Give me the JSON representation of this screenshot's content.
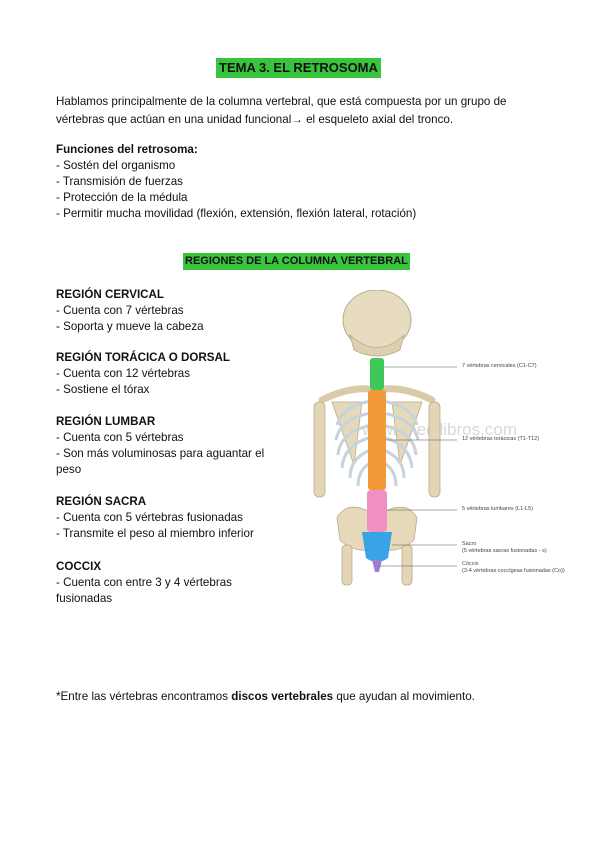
{
  "title": "TEMA 3. EL RETROSOMA",
  "intro": "  Hablamos principalmente de la columna vertebral, que está compuesta por un grupo de vértebras que actúan en una unidad funcional→ el esqueleto axial del tronco.",
  "functions": {
    "heading": "Funciones del retrosoma:",
    "items": [
      "- Sostén del organismo",
      "- Transmisión de fuerzas",
      "- Protección de la médula",
      "- Permitir mucha movilidad (flexión, extensión, flexión lateral, rotación)"
    ]
  },
  "subtitle": "REGIONES DE LA COLUMNA VERTEBRAL",
  "regions": [
    {
      "name": "REGIÓN CERVICAL",
      "items": [
        "- Cuenta con 7 vértebras",
        "- Soporta y mueve la cabeza"
      ]
    },
    {
      "name": "REGIÓN TORÁCICA O DORSAL",
      "items": [
        "- Cuenta con 12 vértebras",
        "- Sostiene el tórax"
      ]
    },
    {
      "name": "REGIÓN LUMBAR",
      "items": [
        "- Cuenta con 5 vértebras",
        "- Son más voluminosas para aguantar el peso"
      ]
    },
    {
      "name": "REGIÓN SACRA",
      "items": [
        "- Cuenta con 5 vértebras fusionadas",
        "- Transmite el peso al miembro inferior"
      ]
    },
    {
      "name": "COCCIX",
      "items": [
        "- Cuenta con entre 3 y 4 vértebras fusionadas"
      ]
    }
  ],
  "figure": {
    "labels": {
      "cervical": "7 vértebras cervicales (C1-C7)",
      "thoracic": "12 vértebras torácicas (T1-T12)",
      "lumbar": "5 vértebras lumbares (L1-L5)",
      "sacrum_1": "Sacro",
      "sacrum_2": "(5 vértebras sacras fusionadas - s)",
      "coccyx_1": "Cóccix",
      "coccyx_2": "(3-4 vértebras coccígeas fusionadas (Co))"
    },
    "watermark": "www.medilibros.com",
    "colors": {
      "cervical": "#3ec85a",
      "thoracic": "#f29a3a",
      "lumbar": "#ef8fc4",
      "sacrum": "#3aa3e6",
      "coccyx": "#9b7fd0",
      "bone": "#e8dcc0"
    }
  },
  "note": {
    "before": "*Entre las vértebras encontramos ",
    "bold": "discos vertebrales",
    "after": " que ayudan al movimiento."
  }
}
